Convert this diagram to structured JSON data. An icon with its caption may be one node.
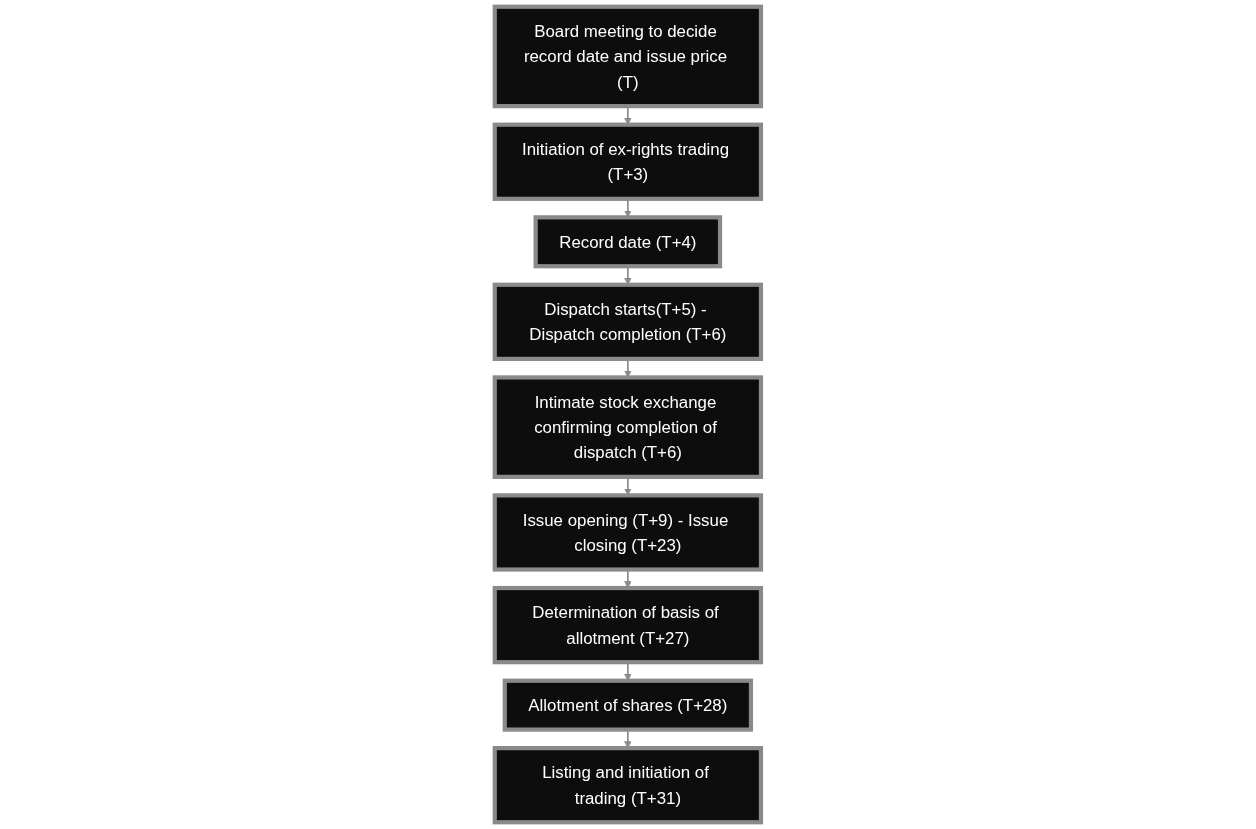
{
  "diagram": {
    "nodes": [
      {
        "text": [
          "Board meeting to decide record date and issue price (T)"
        ]
      },
      {
        "text": [
          "Initiation of ex-rights trading (T+3)"
        ]
      },
      {
        "text": [
          "Record date (T+4)"
        ]
      },
      {
        "text": [
          "Dispatch starts(T+5) - Dispatch completion (T+6)"
        ]
      },
      {
        "text": [
          "Intimate stock exchange confirming completion of dispatch (T+6)"
        ]
      },
      {
        "text": [
          "Issue opening (T+9) - Issue closing (T+23)"
        ]
      },
      {
        "text": [
          "Determination of basis of allotment (T+27)"
        ]
      },
      {
        "text": [
          "Allotment of shares (T+28)"
        ]
      },
      {
        "text": [
          "Listing and initiation of trading (T+31)"
        ]
      }
    ],
    "edges": [
      {
        "from": 0,
        "to": 1,
        "arrow": "to"
      },
      {
        "from": 1,
        "to": 2,
        "arrow": "to"
      },
      {
        "from": 2,
        "to": 3,
        "arrow": "to"
      },
      {
        "from": 3,
        "to": 4,
        "arrow": "to"
      },
      {
        "from": 4,
        "to": 5,
        "arrow": "to"
      },
      {
        "from": 5,
        "to": 6,
        "arrow": "to"
      },
      {
        "from": 6,
        "to": 7,
        "arrow": "to"
      },
      {
        "from": 7,
        "to": 8,
        "arrow": "to"
      }
    ]
  }
}
